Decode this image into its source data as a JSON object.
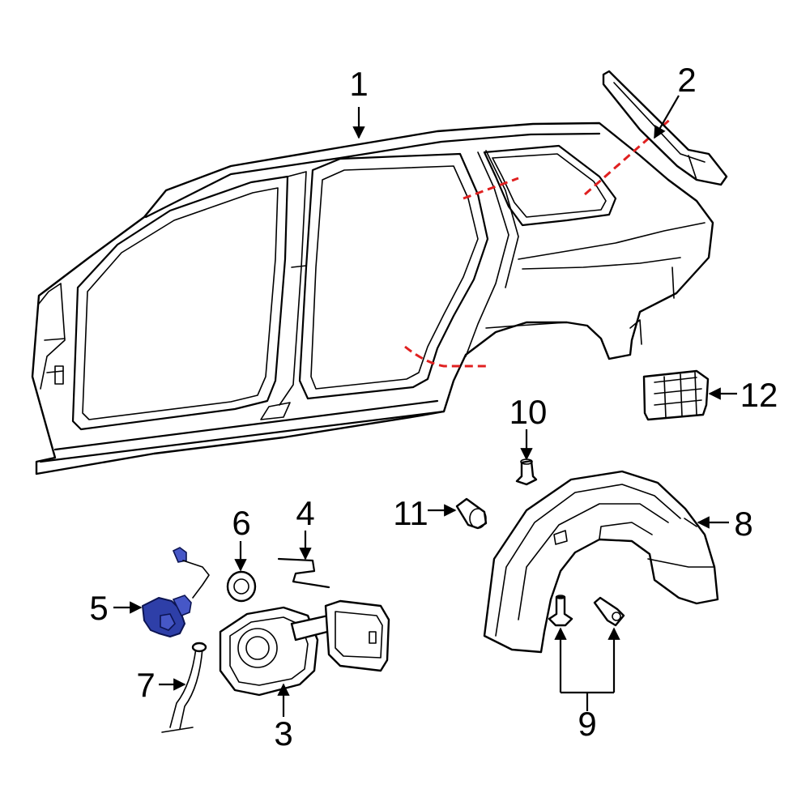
{
  "diagram": {
    "callouts": [
      {
        "id": "1",
        "text": "1"
      },
      {
        "id": "2",
        "text": "2"
      },
      {
        "id": "3",
        "text": "3"
      },
      {
        "id": "4",
        "text": "4"
      },
      {
        "id": "5",
        "text": "5"
      },
      {
        "id": "6",
        "text": "6"
      },
      {
        "id": "7",
        "text": "7"
      },
      {
        "id": "8",
        "text": "8"
      },
      {
        "id": "9",
        "text": "9"
      },
      {
        "id": "10",
        "text": "10"
      },
      {
        "id": "11",
        "text": "11"
      },
      {
        "id": "12",
        "text": "12"
      }
    ],
    "colors": {
      "line": "#000000",
      "cut_line": "#e02020",
      "highlight": "#2e3fa8",
      "background": "#ffffff"
    },
    "highlighted_part": "5"
  }
}
